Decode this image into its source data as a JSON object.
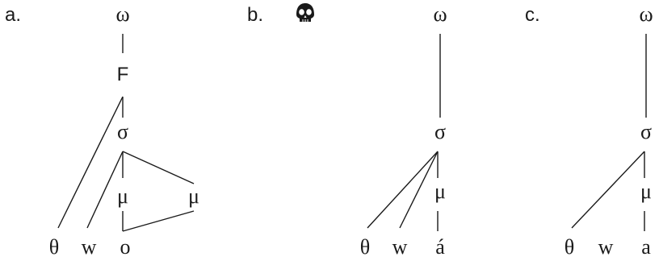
{
  "panels": [
    {
      "label": "a.",
      "nodes": {
        "omega": "ω",
        "foot": "F",
        "sigma": "σ",
        "mu1": "μ",
        "mu2": "μ",
        "theta": "θ",
        "w": "w",
        "vowel": "o"
      }
    },
    {
      "label": "b.",
      "icon": "skull-icon",
      "nodes": {
        "omega": "ω",
        "sigma": "σ",
        "mu": "μ",
        "theta": "θ",
        "w": "w",
        "vowel": "á"
      }
    },
    {
      "label": "c.",
      "nodes": {
        "omega": "ω",
        "sigma": "σ",
        "mu": "μ",
        "theta": "θ",
        "w": "w",
        "vowel": "a"
      }
    }
  ]
}
